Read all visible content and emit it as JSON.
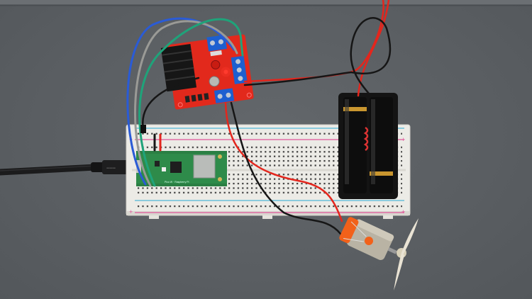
{
  "scene": {
    "description": "Raspberry Pi Pico W on a solderless breadboard driving a DC motor with propeller through an L298N motor driver, powered by a 2xAA battery holder, on a gray silicone work mat",
    "background_color": "#5b5f63"
  },
  "objects": [
    {
      "id": "silicone-mat",
      "label": "gray silicone work mat"
    },
    {
      "id": "breadboard",
      "label": "half-size white solderless breadboard",
      "rail_colors": {
        "positive": "#e0559a",
        "negative": "#4fb6d8"
      },
      "rail_marks": [
        "+",
        "-"
      ]
    },
    {
      "id": "pico-w",
      "label": "Raspberry Pi Pico W microcontroller",
      "color": "#2e8b4a"
    },
    {
      "id": "usb-cable",
      "label": "black micro-USB cable",
      "color": "#1b1b1c"
    },
    {
      "id": "l298n-driver",
      "label": "L298N dual H-bridge motor driver module",
      "color": "#e2291c",
      "terminal_color": "#1d5fd0",
      "heatsink_color": "#1a1a1a",
      "led_color": "#ff3b2f"
    },
    {
      "id": "battery-holder",
      "label": "2x AA battery holder with two black/gold AA batteries",
      "color": "#141414",
      "accent": "#c9962f"
    },
    {
      "id": "dc-motor",
      "label": "small brushed DC motor with orange end cap and capacitor",
      "color": "#b9b3a4",
      "cap_color": "#f2611a"
    },
    {
      "id": "propeller",
      "label": "white two-blade propeller",
      "color": "#e9e3d4"
    }
  ],
  "wires": [
    {
      "id": "wire-blue",
      "color": "#2a5bd6"
    },
    {
      "id": "wire-gray",
      "color": "#9a9a96"
    },
    {
      "id": "wire-green",
      "color": "#1fa37a"
    },
    {
      "id": "wire-black",
      "color": "#161616"
    },
    {
      "id": "wire-red",
      "color": "#e3261d"
    }
  ]
}
